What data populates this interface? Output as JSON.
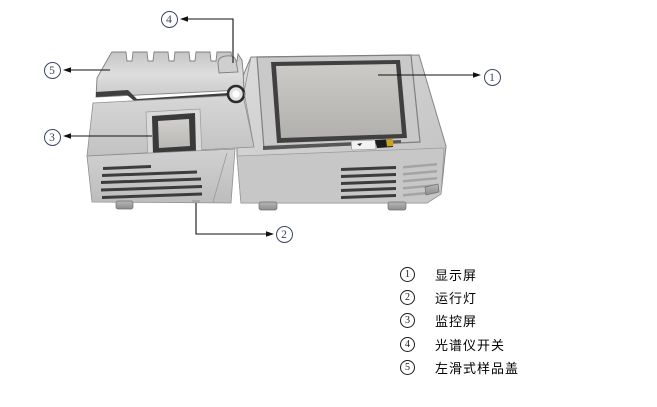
{
  "callouts": [
    {
      "label": "1"
    },
    {
      "label": "2"
    },
    {
      "label": "3"
    },
    {
      "label": "4"
    },
    {
      "label": "5"
    }
  ],
  "legend": {
    "items": [
      {
        "num": "1",
        "text": "显示屏"
      },
      {
        "num": "2",
        "text": "运行灯"
      },
      {
        "num": "3",
        "text": "监控屏"
      },
      {
        "num": "4",
        "text": "光谱仪开关"
      },
      {
        "num": "5",
        "text": "左滑式样品盖"
      }
    ]
  },
  "colors": {
    "background": "#ffffff",
    "device_body": "#c8c8c8",
    "vent_dark": "#3c3c3c",
    "screen_surface": "#c0bfbd",
    "bezel_dark": "#404040",
    "callout_ink": "#3a4563",
    "legend_ink": "#1a1a1a",
    "sticker_yellow": "#c9a227"
  }
}
